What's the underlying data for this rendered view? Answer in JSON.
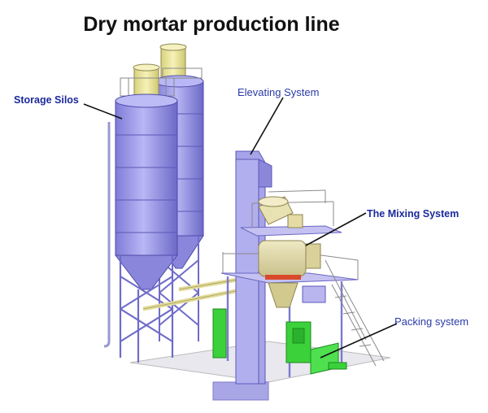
{
  "title": "Dry mortar production line",
  "labels": {
    "storage_silos": "Storage Silos",
    "elevating_system": "Elevating System",
    "mixing_system": "The Mixing System",
    "packing_system": "Packing system"
  },
  "colors": {
    "silo_body": "#9a98ea",
    "silo_shadow": "#6e6bcf",
    "silo_cap": "#e9e49a",
    "structure": "#b6b2ee",
    "railing": "#8a8a8a",
    "packing": "#33cc33",
    "mixer": "#e0d8a8",
    "label": "#1b2a9c"
  }
}
